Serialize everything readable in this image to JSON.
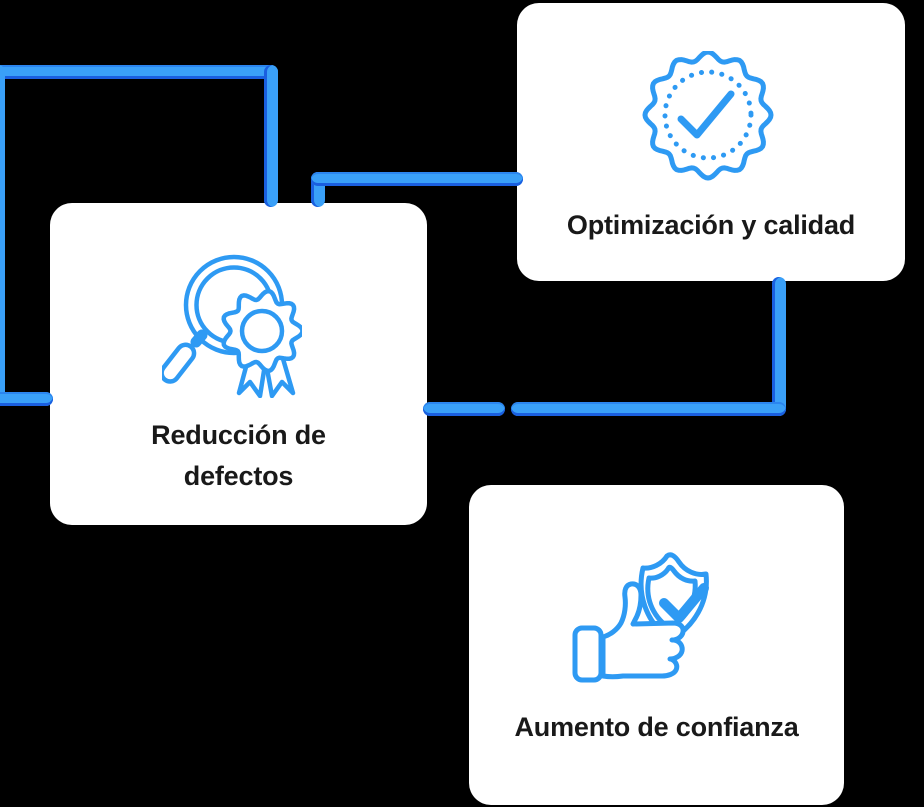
{
  "diagram_title": "",
  "background_color": "#000000",
  "colors": {
    "connector_blue": "#3AA0F8",
    "connector_blue_dark": "#1A5FE0",
    "icon_blue": "#2E9AF3",
    "card_background": "#FFFFFF",
    "label_text": "#191919"
  },
  "cards": [
    {
      "label": "Reducción de defectos",
      "icon": "magnifier-award-icon"
    },
    {
      "label": "Optimización y calidad",
      "icon": "seal-check-icon"
    },
    {
      "label": "Aumento de confianza",
      "icon": "thumbs-up-shield-icon"
    }
  ]
}
